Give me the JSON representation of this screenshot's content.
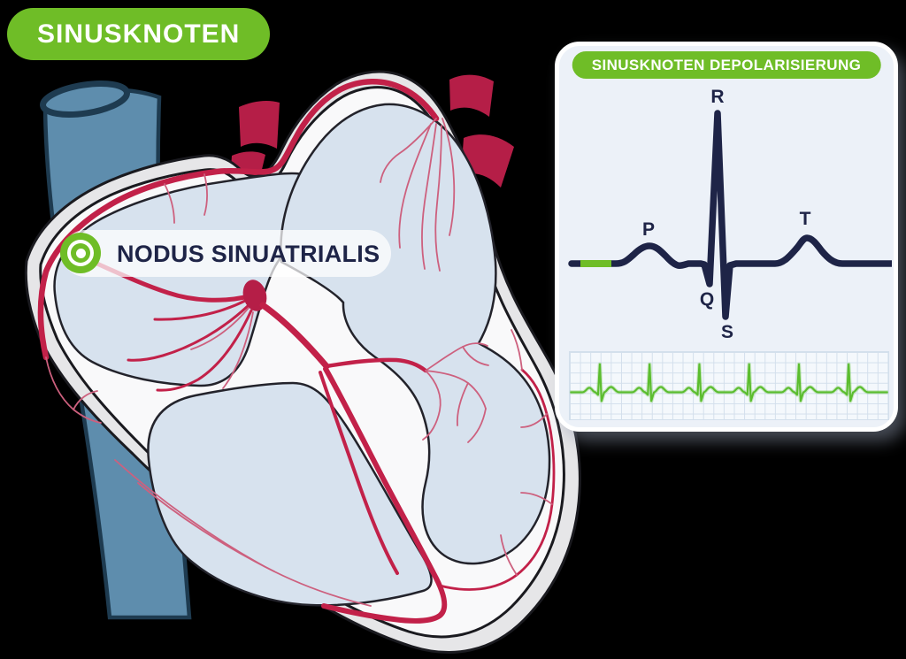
{
  "title_badge": {
    "label": "SINUSKNOTEN"
  },
  "heart_label": {
    "label": "NODUS SINUATRIALIS"
  },
  "panel": {
    "badge": "SINUSKNOTEN DEPOLARISIERUNG",
    "ecg_labels": {
      "p": "P",
      "q": "Q",
      "r": "R",
      "s": "S",
      "t": "T"
    }
  },
  "colors": {
    "green": "#6fbd27",
    "strip_green": "#5bbd2e",
    "navy": "#1e2447",
    "crimson": "#c22149",
    "crimson_dark": "#b51e47",
    "fiber_light": "#cd607e",
    "blue_vessel": "#5e8dad",
    "blue_outline": "#1e3b50",
    "chamber": "#d7e2ee",
    "chamber_outline": "#23232b",
    "wall_white": "#f9f9fa",
    "rim_gray": "#e6e6e8",
    "outline": "#1a1a1f",
    "panel_bg": "#ecf1f8",
    "strip_bg": "#f4f8fc",
    "grid": "#d3dfec",
    "label_pill": "rgba(255,255,255,0.72)"
  }
}
